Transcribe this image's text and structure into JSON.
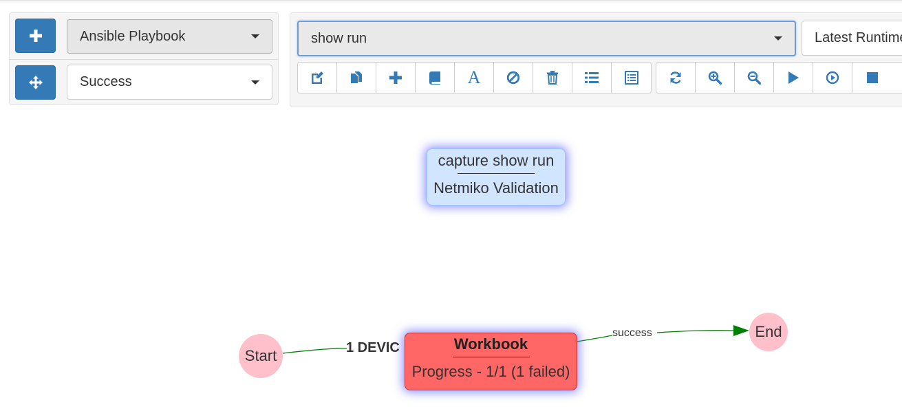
{
  "toolbar_left": {
    "type_select": {
      "value": "Ansible Playbook"
    },
    "result_select": {
      "value": "Success"
    }
  },
  "toolbar_right": {
    "job_select": {
      "value": "show run"
    },
    "runtime_select": {
      "value": "Latest Runtime"
    }
  },
  "workflow": {
    "nodes": {
      "capture": {
        "title": "capture show run",
        "subtitle": "Netmiko Validation"
      },
      "workbook": {
        "title": "Workbook",
        "subtitle": "Progress - 1/1 (1 failed)"
      },
      "start": {
        "label": "Start"
      },
      "end": {
        "label": "End"
      }
    },
    "edges": {
      "start_edge_label": "1 DEVIC",
      "success_edge_label": "success"
    }
  },
  "colors": {
    "primary": "#337ab7",
    "node_blue": "#d2e5ff",
    "node_failed": "#ff6666",
    "node_circle": "#ffc0cb",
    "edge_success": "#008000"
  },
  "icons": {
    "add_button": "plus-icon",
    "move_button": "arrows-move-icon",
    "edit": "edit-icon",
    "duplicate": "duplicate-icon",
    "add": "plus-icon",
    "book": "book-icon",
    "text": "font-icon",
    "ban": "ban-icon",
    "delete": "trash-icon",
    "list": "list-icon",
    "list_alt": "list-alt-icon",
    "refresh": "refresh-icon",
    "zoom_in": "zoom-in-icon",
    "zoom_out": "zoom-out-icon",
    "run": "play-icon",
    "run_alt": "play-circle-icon",
    "stop": "stop-icon"
  }
}
